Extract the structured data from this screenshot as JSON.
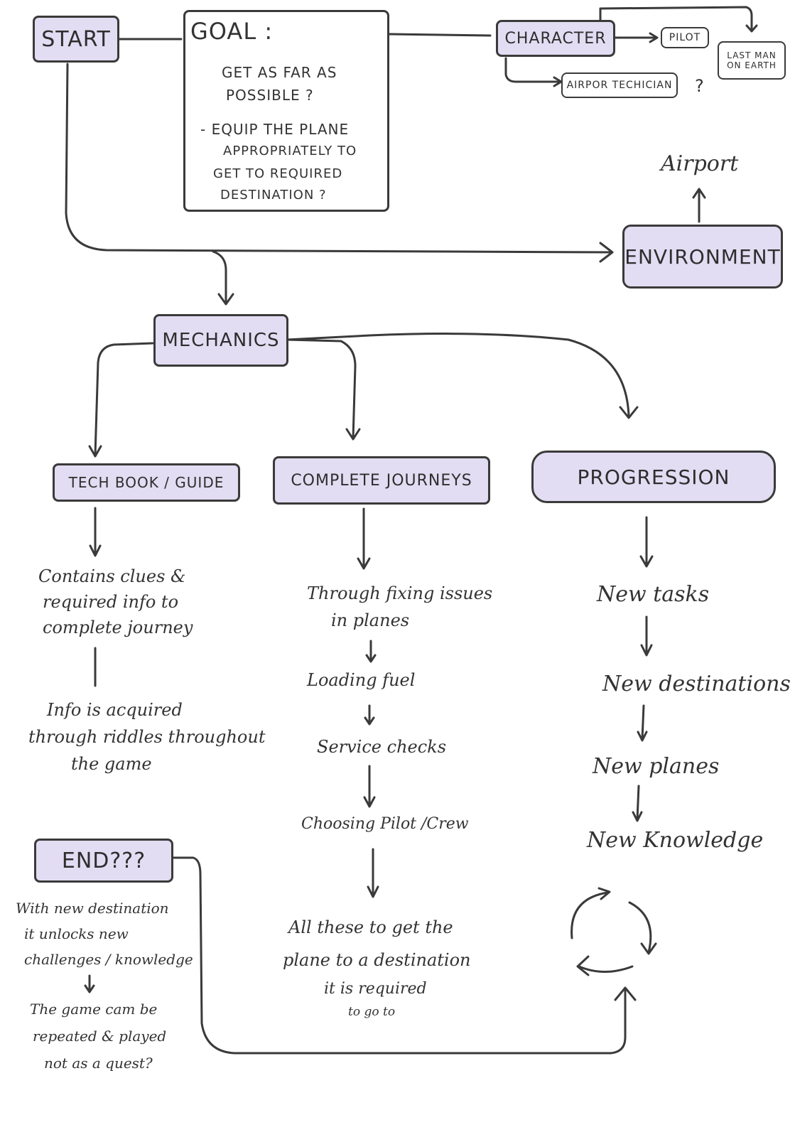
{
  "boxes": {
    "start": "START",
    "character": "CHARACTER",
    "pilot": "PILOT",
    "last_man": [
      "LAST MAN",
      "ON EARTH"
    ],
    "airport_technician": "AIRPOR TECHICIAN",
    "environment": "ENVIRONMENT",
    "mechanics": "MECHANICS",
    "tech_book": "TECH BOOK / GUIDE",
    "complete_journeys": "COMPLETE JOURNEYS",
    "progression": "PROGRESSION",
    "end": "END???"
  },
  "goal": {
    "title": "GOAL :",
    "struck": [
      "GET AS FAR AS",
      "POSSIBLE ?"
    ],
    "current": [
      "- EQUIP THE PLANE",
      "APPROPRIATELY TO",
      "GET TO REQUIRED",
      "DESTINATION ?"
    ]
  },
  "character_question": "?",
  "airport_label": "Airport",
  "tech_book_notes": {
    "first": [
      "Contains clues &",
      "required info to",
      "complete journey"
    ],
    "second": [
      "Info is acquired",
      "through riddles throughout",
      "the game"
    ]
  },
  "journey_steps": [
    [
      "Through fixing issues",
      "in planes"
    ],
    [
      "Loading fuel"
    ],
    [
      "Service checks"
    ],
    [
      "Choosing Pilot /Crew"
    ],
    [
      "All these to get the",
      "plane to a destination",
      "it is required",
      "to go to"
    ]
  ],
  "progression_steps": [
    "New tasks",
    "New destinations",
    "New planes",
    "New Knowledge"
  ],
  "end_notes": {
    "first": [
      "With new destination",
      "it unlocks new",
      "challenges / knowledge"
    ],
    "second": [
      "The game cam be",
      "repeated & played",
      "not as a quest?"
    ]
  }
}
